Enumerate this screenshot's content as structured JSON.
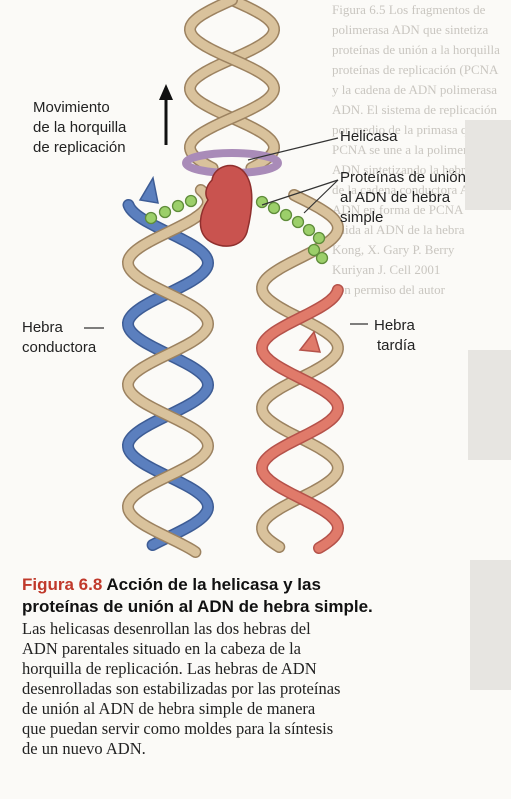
{
  "labels": {
    "fork_movement": [
      "Movimiento",
      "de la horquilla",
      "de replicación"
    ],
    "helicase": "Helicasa",
    "ssb": [
      "Proteínas de unión",
      "al ADN de hebra",
      "simple"
    ],
    "leading": [
      "Hebra",
      "conductora"
    ],
    "lagging": [
      "Hebra",
      "tardía"
    ]
  },
  "caption": {
    "figure_number": "Figura 6.8",
    "title_line1": "Acción de la helicasa y las",
    "title_line2": "proteínas de unión al ADN de hebra simple.",
    "body": [
      "Las helicasas desenrollan las dos hebras del",
      "ADN parentales situado en la cabeza de la",
      "horquilla de replicación. Las hebras de ADN",
      "desenrolladas son estabilizadas por las proteínas",
      "de unión al ADN de hebra simple de manera",
      "que puedan servir como moldes para la síntesis",
      "de un nuevo ADN."
    ]
  },
  "colors": {
    "parental_strand": "#d9c29c",
    "parental_edge": "#9c8260",
    "leading_new": "#5b7fbe",
    "lagging_new": "#e07a6a",
    "helicase": "#c9534f",
    "helicase_ring": "#a98bb8",
    "ssb": "#9ccf6a",
    "figure_number": "#c0392b"
  },
  "icons": [
    "up-arrow-icon",
    "helicase-protein-icon",
    "ssb-bead-icon"
  ]
}
